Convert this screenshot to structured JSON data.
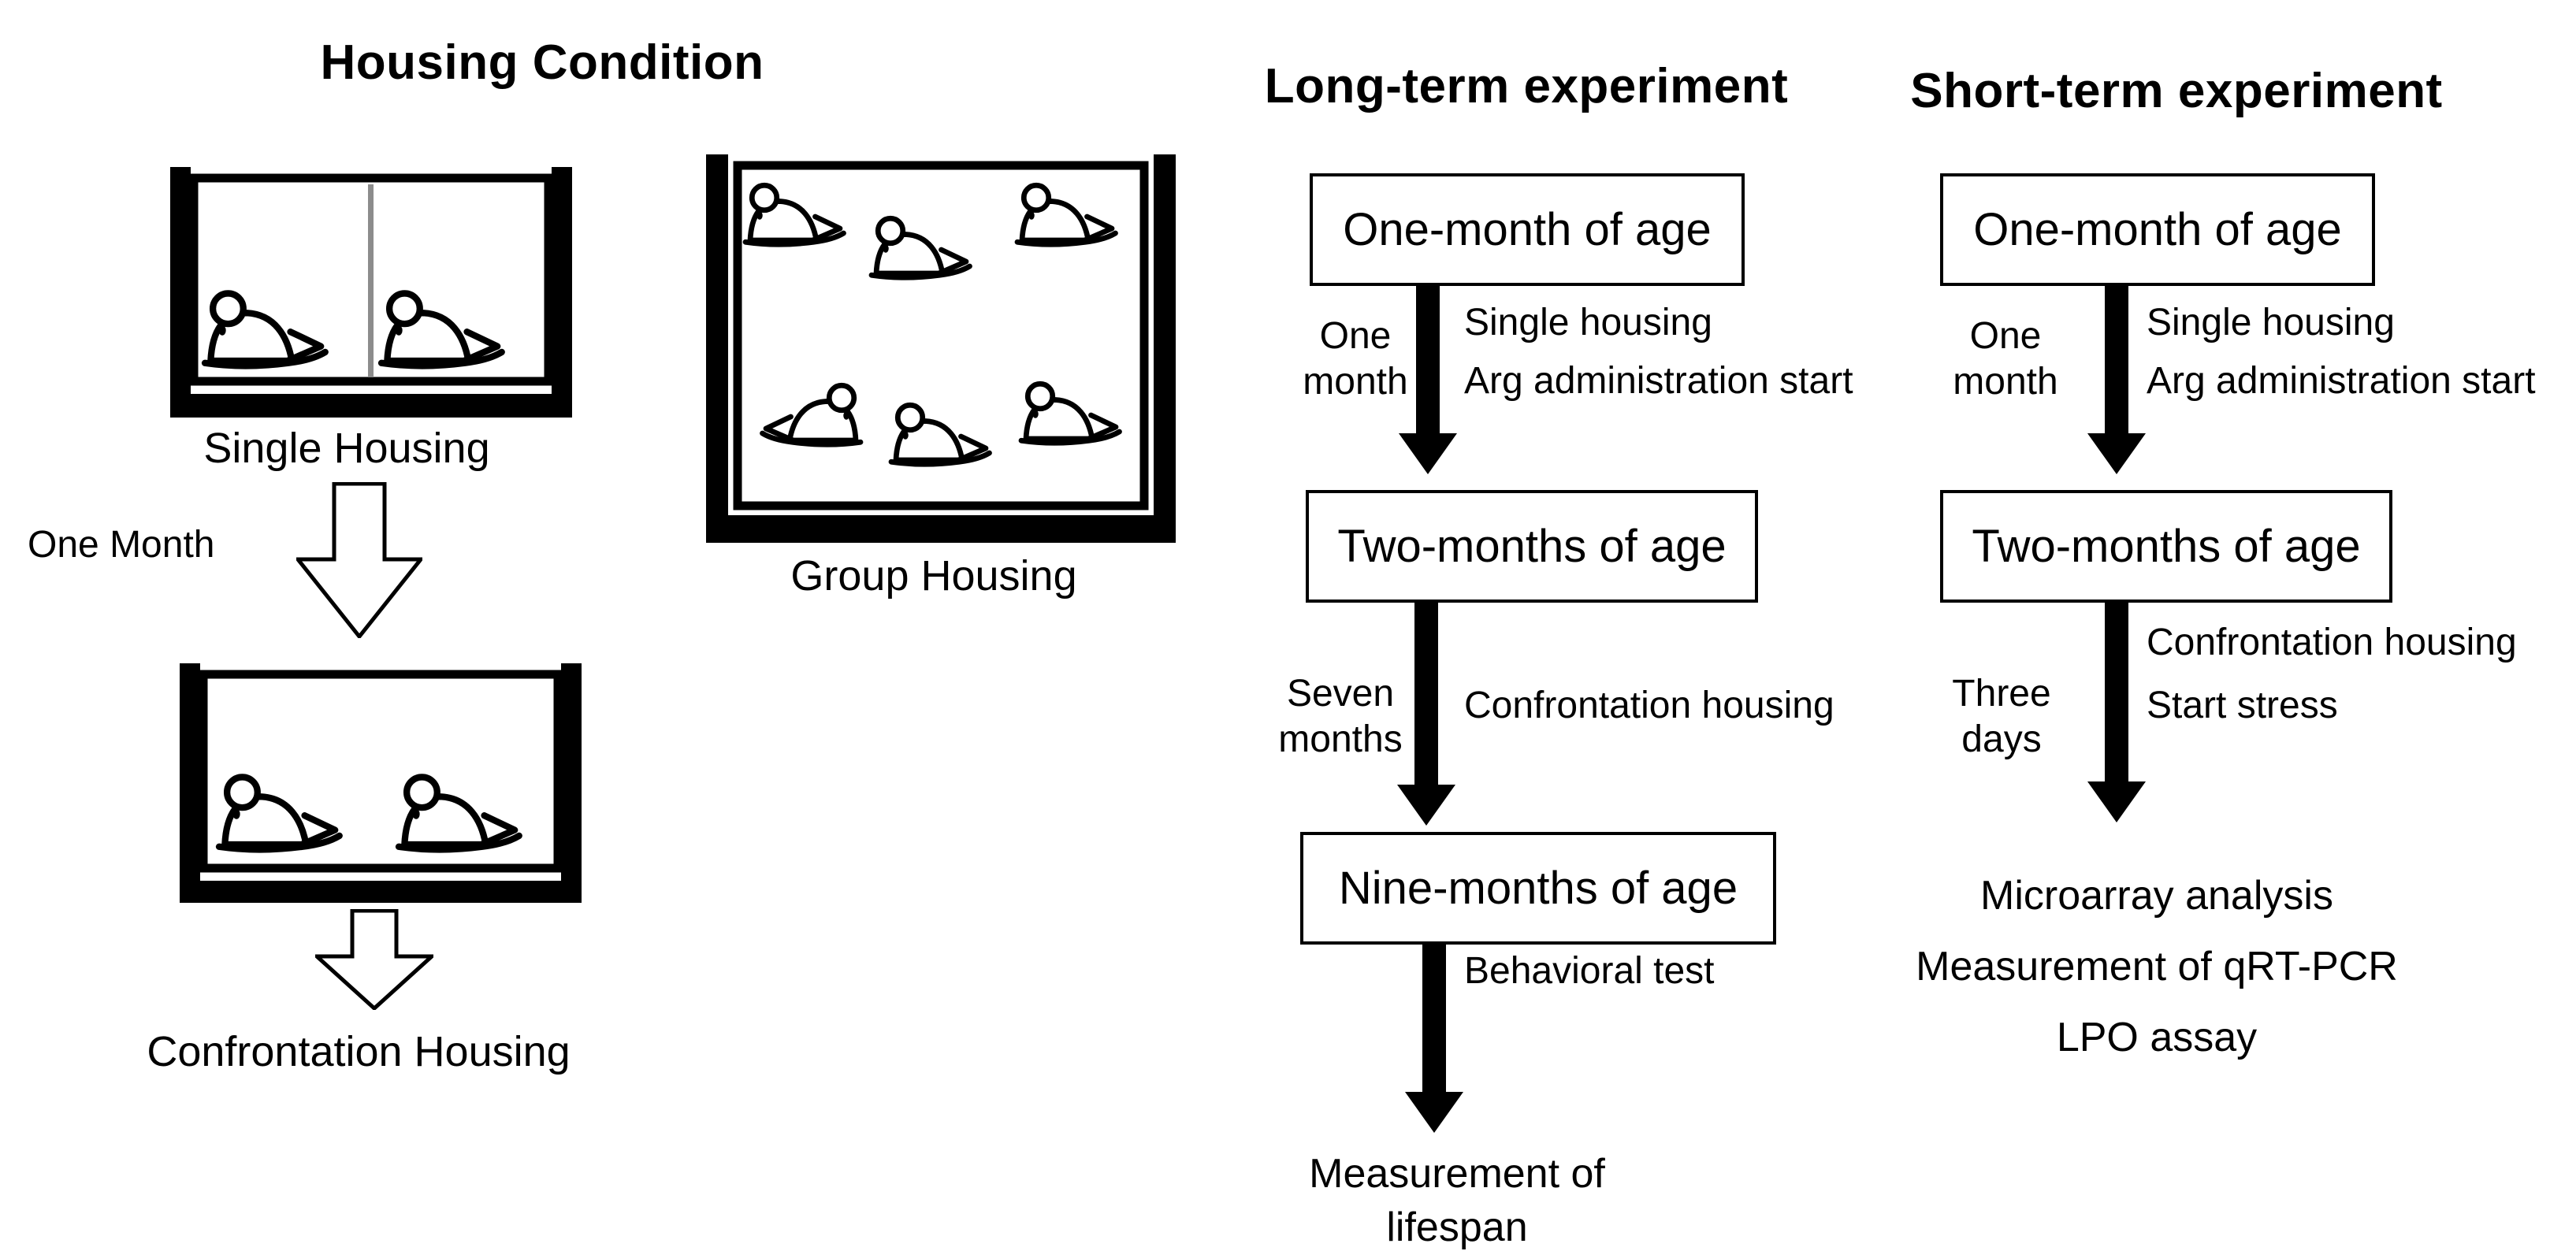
{
  "colors": {
    "ink": "#000000",
    "background": "#ffffff",
    "cage_divider": "#8c8c8c"
  },
  "housing_section": {
    "title": "Housing Condition",
    "single_cage": {
      "label": "Single Housing",
      "mice_count": 2,
      "has_divider": true
    },
    "group_cage": {
      "label": "Group Housing",
      "mice_count": 6,
      "has_divider": false
    },
    "confrontation_cage": {
      "label": "Confrontation Housing",
      "mice_count": 2,
      "has_divider": false
    },
    "transition_label": "One Month"
  },
  "long_term": {
    "title": "Long-term experiment",
    "box1": "One-month of age",
    "box2": "Two-months of age",
    "box3": "Nine-months of age",
    "step1_duration_line1": "One",
    "step1_duration_line2": "month",
    "step1_action_line1": "Single housing",
    "step1_action_line2": "Arg administration start",
    "step2_duration_line1": "Seven",
    "step2_duration_line2": "months",
    "step2_action_line1": "Confrontation housing",
    "step3_action_line1": "Behavioral test",
    "outcome_line1": "Measurement of",
    "outcome_line2": "lifespan"
  },
  "short_term": {
    "title": "Short-term experiment",
    "box1": "One-month of age",
    "box2": "Two-months of age",
    "step1_duration_line1": "One",
    "step1_duration_line2": "month",
    "step1_action_line1": "Single housing",
    "step1_action_line2": "Arg administration start",
    "step2_duration_line1": "Three",
    "step2_duration_line2": "days",
    "step2_action_line1": "Confrontation housing",
    "step2_action_line2": "Start stress",
    "outcome_line1": "Microarray analysis",
    "outcome_line2": "Measurement of qRT-PCR",
    "outcome_line3": "LPO assay"
  }
}
